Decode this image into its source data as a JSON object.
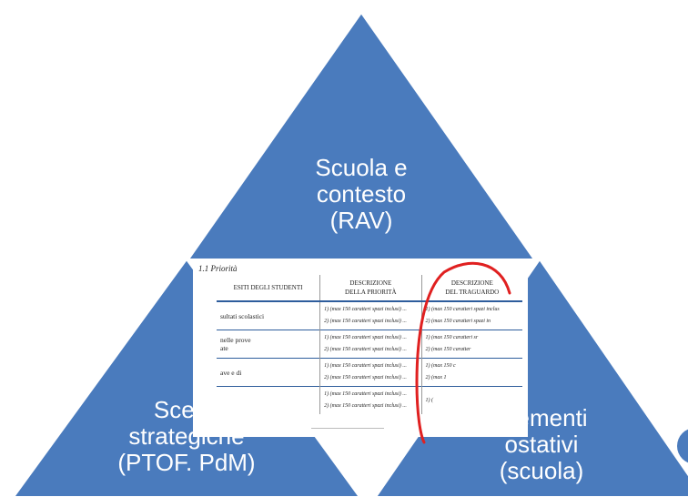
{
  "colors": {
    "triangle_fill": "#4a7bbd",
    "triangle_stroke": "#ffffff",
    "annotation_stroke": "#e02020",
    "table_rule": "#2e5d9c"
  },
  "triangles": {
    "top": "Scuola e\ncontesto\n(RAV)",
    "bottom_left": "Scelte\nstrategiche\n(PTOF. PdM)",
    "bottom_right": "Elementi\nostativi\n(scuola)"
  },
  "table": {
    "title": "1.1 Priorità",
    "headers": [
      "ESITI DEGLI STUDENTI",
      "DESCRIZIONE\nDELLA PRIORITÀ",
      "DESCRIZIONE\nDEL TRAGUARDO"
    ],
    "rows": [
      {
        "esiti": "sultati scolastici",
        "priorita": "1) (max 150 caratteri spazi inclusi) ...\n2) (max 150 caratteri spazi inclusi) ...",
        "traguardo": "1) (max 150 caratteri spazi inclus\n2) (max 150 caratteri spazi in"
      },
      {
        "esiti": "nelle prove\nate",
        "priorita": "1) (max 150 caratteri spazi inclusi) ...\n2) (max 150 caratteri spazi inclusi) ...",
        "traguardo": "1) (max 150 caratteri sr\n2) (max 150 caratter"
      },
      {
        "esiti": "ave e di",
        "priorita": "1) (max 150 caratteri spazi inclusi) ...\n2) (max 150 caratteri spazi inclusi) ...",
        "traguardo": "1) (max 150 c\n2) (max 1"
      },
      {
        "esiti": "",
        "priorita": "1) (max 150 caratteri spazi inclusi) ...\n2) (max 150 caratteri spazi inclusi) ...",
        "traguardo": "1) ("
      }
    ]
  }
}
